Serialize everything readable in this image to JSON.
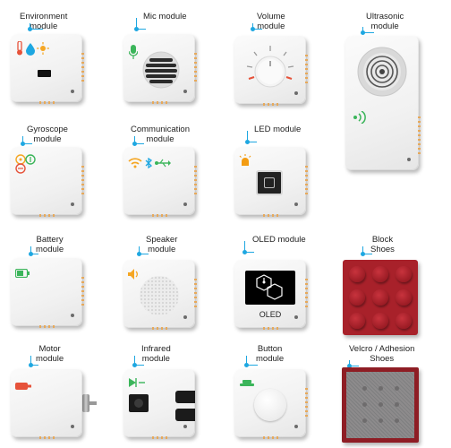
{
  "modules": [
    {
      "id": "environment",
      "label": "Environment\nmodule"
    },
    {
      "id": "mic",
      "label": "Mic module"
    },
    {
      "id": "volume",
      "label": "Volume\nmodule"
    },
    {
      "id": "ultrasonic",
      "label": "Ultrasonic\nmodule"
    },
    {
      "id": "gyroscope",
      "label": "Gyroscope\nmodule"
    },
    {
      "id": "communication",
      "label": "Communication\nmodule"
    },
    {
      "id": "led",
      "label": "LED module"
    },
    {
      "id": "battery",
      "label": "Battery\nmodule"
    },
    {
      "id": "speaker",
      "label": "Speaker\nmodule"
    },
    {
      "id": "oled",
      "label": "OLED module"
    },
    {
      "id": "block-shoes",
      "label": "Block\nShoes"
    },
    {
      "id": "motor",
      "label": "Motor\nmodule"
    },
    {
      "id": "infrared",
      "label": "Infrared\nmodule"
    },
    {
      "id": "button",
      "label": "Button\nmodule"
    },
    {
      "id": "velcro-shoes",
      "label": "Velcro / Adhesion\nShoes"
    }
  ],
  "oled_screen_text": "OLED",
  "colors": {
    "callout": "#1ea7e1",
    "shoe_red": "#a8212a",
    "led_orange": "#f39c12",
    "green": "#3bb55a"
  }
}
